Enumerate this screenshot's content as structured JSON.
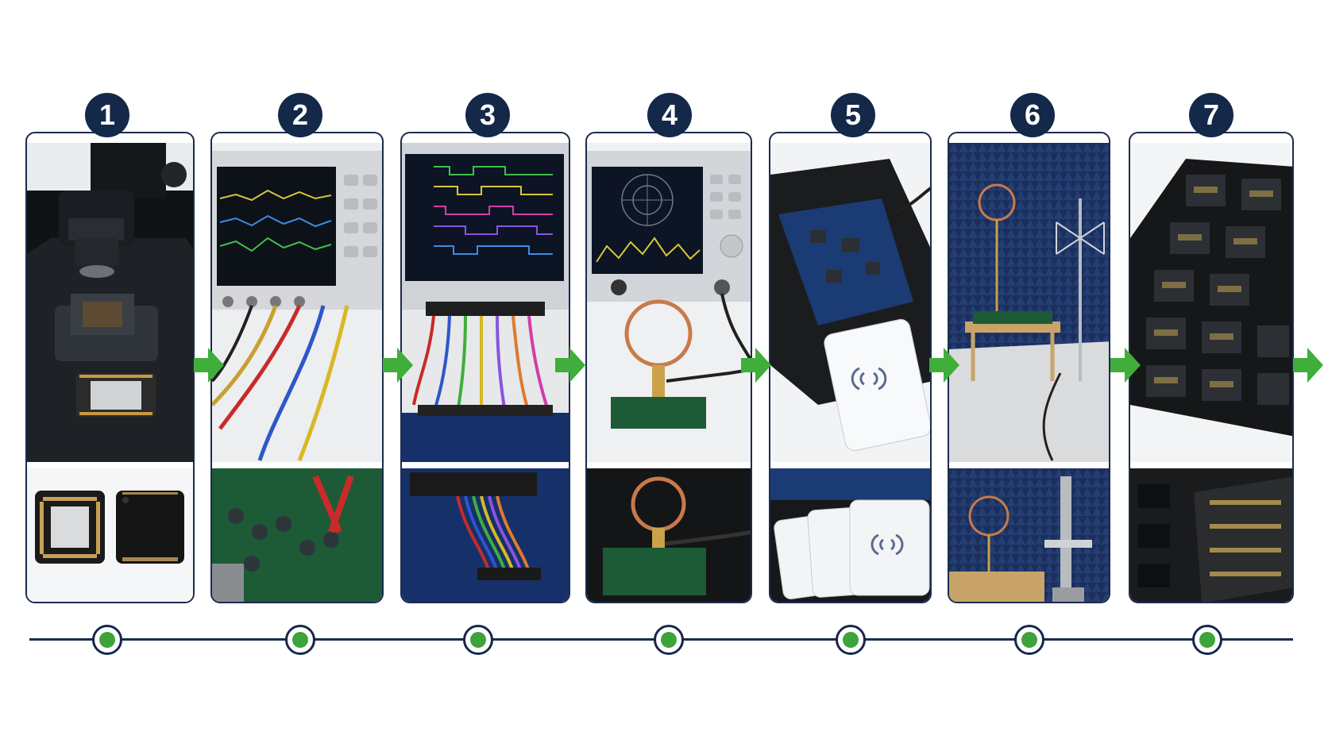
{
  "steps": [
    {
      "number": "1",
      "top_icon": "microscope-chip-icon",
      "bottom_icon": "qfn-chip-icon"
    },
    {
      "number": "2",
      "top_icon": "oscilloscope-probes-icon",
      "bottom_icon": "pcb-probe-icon"
    },
    {
      "number": "3",
      "top_icon": "logic-analyzer-icon",
      "bottom_icon": "ribbon-cable-icon"
    },
    {
      "number": "4",
      "top_icon": "spectrum-analyzer-loop-icon",
      "bottom_icon": "loop-antenna-icon"
    },
    {
      "number": "5",
      "top_icon": "reader-fixture-card-icon",
      "bottom_icon": "rfid-cards-icon"
    },
    {
      "number": "6",
      "top_icon": "anechoic-chamber-icon",
      "bottom_icon": "antenna-mast-icon"
    },
    {
      "number": "7",
      "top_icon": "module-tray-icon",
      "bottom_icon": "tray-closeup-icon"
    }
  ],
  "colors": {
    "navy": "#14284a",
    "green": "#3da33a",
    "arrow_green": "#3fae3a",
    "pcb_blue": "#16306a",
    "pcb_green": "#1d5a36"
  }
}
